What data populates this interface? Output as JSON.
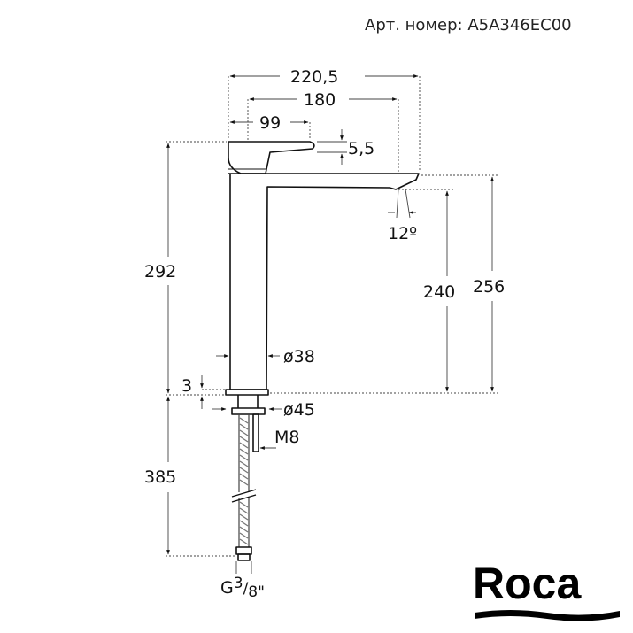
{
  "article": {
    "text": "Арт. номер: A5A346EC00"
  },
  "dimensions": {
    "width_total": "220,5",
    "spout_reach": "180",
    "handle": "99",
    "lever_gap": "5,5",
    "spout_angle": "12º",
    "height_total": "292",
    "outlet_to_base": "240",
    "height_256": "256",
    "body_diameter": "ø38",
    "base_offset": "3",
    "base_diameter": "ø45",
    "stud_thread": "M8",
    "hose_length": "385",
    "hose_connection_base": "G",
    "hose_connection_num": "3",
    "hose_connection_den": "8\""
  },
  "logo": {
    "text": "Roca"
  },
  "colors": {
    "line": "#111111",
    "hose": "#777777"
  }
}
